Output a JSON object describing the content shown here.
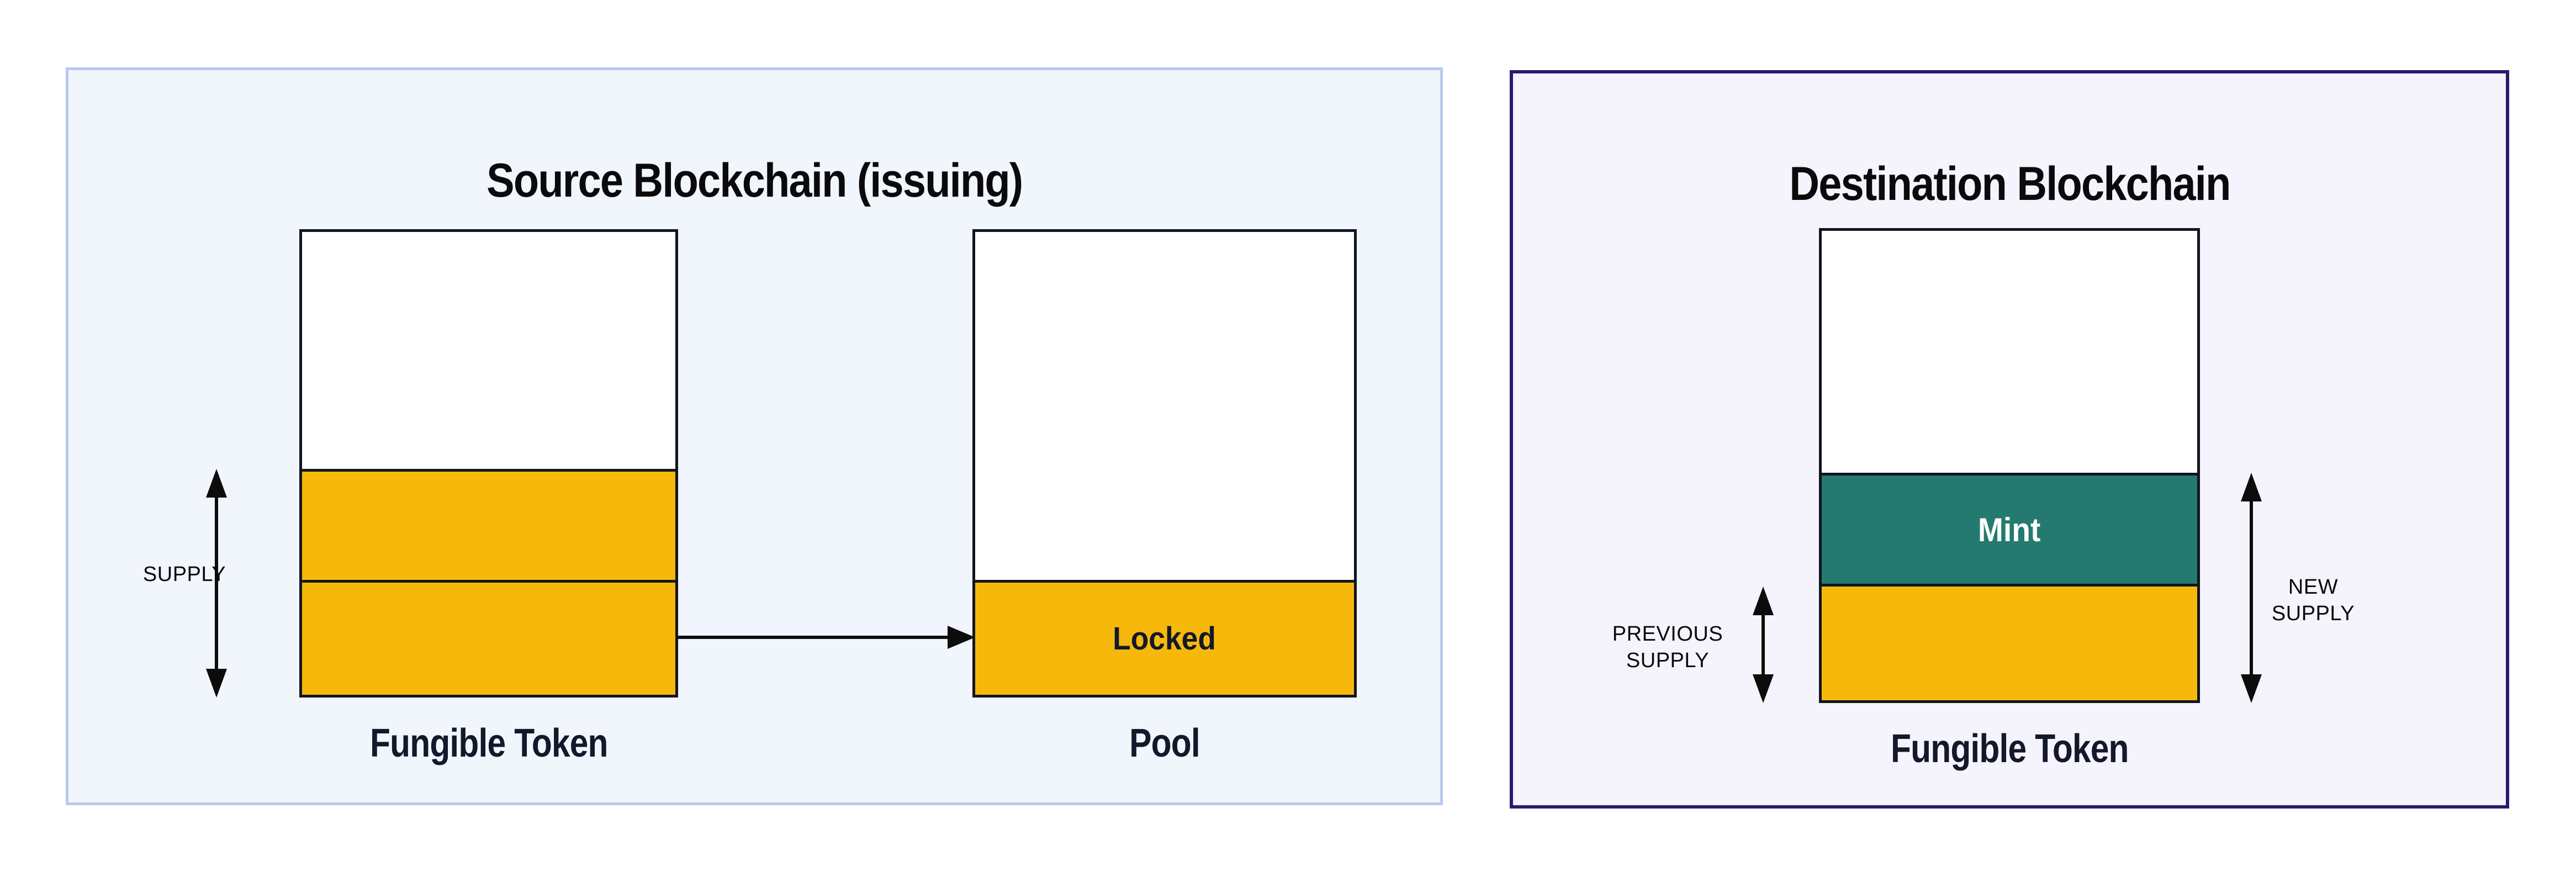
{
  "diagram": {
    "source_panel": {
      "title": "Source Blockchain (issuing)",
      "supply_label": "SUPPLY",
      "fungible_token_bar_label": "Fungible Token",
      "pool_bar_label": "Pool",
      "locked_label": "Locked"
    },
    "destination_panel": {
      "title": "Destination Blockchain",
      "mint_label": "Mint",
      "fungible_token_bar_label": "Fungible Token",
      "previous_supply_line1": "PREVIOUS",
      "previous_supply_line2": "SUPPLY",
      "new_supply_line1": "NEW",
      "new_supply_line2": "SUPPLY"
    },
    "colors": {
      "token_yellow": "#F6B90B",
      "mint_teal": "#247A6E",
      "bar_outline": "#11151F",
      "source_panel_bg": "#F1F5FC",
      "source_panel_border": "#B6CAF0",
      "dest_panel_bg": "#F5F3FB",
      "dest_panel_border": "#2A1A6E",
      "arrow": "#0C0C0C",
      "text_dark": "#13182B",
      "mint_text": "#FDFDFD"
    }
  }
}
